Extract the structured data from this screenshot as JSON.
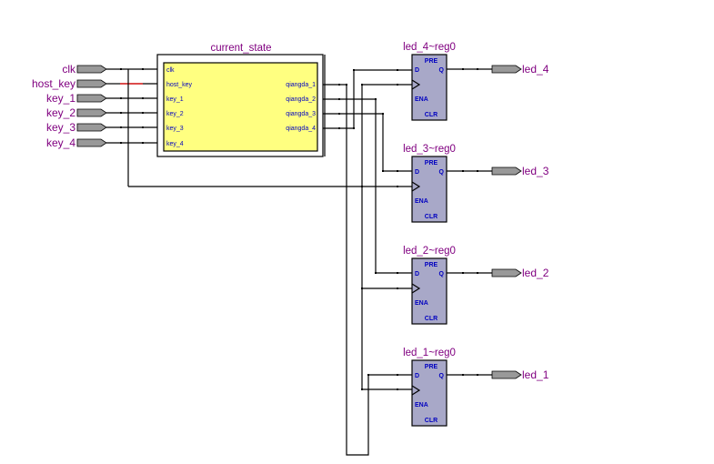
{
  "diagram": {
    "type": "rtl-schematic",
    "colors": {
      "pin_label": "#800080",
      "port_label": "#0000c0",
      "block_fill": "#ffff80",
      "register_fill": "#a8a8c8",
      "pin_fill": "#999999",
      "highlight_wire": "#d01010"
    },
    "inputs": [
      {
        "name": "clk"
      },
      {
        "name": "host_key"
      },
      {
        "name": "key_1"
      },
      {
        "name": "key_2"
      },
      {
        "name": "key_3"
      },
      {
        "name": "key_4"
      }
    ],
    "block": {
      "name": "current_state",
      "in_ports": [
        "clk",
        "host_key",
        "key_1",
        "key_2",
        "key_3",
        "key_4"
      ],
      "out_ports": [
        "qiangda_1",
        "qiangda_2",
        "qiangda_3",
        "qiangda_4"
      ]
    },
    "registers": [
      {
        "name": "led_4~reg0",
        "pre": "PRE",
        "d": "D",
        "q": "Q",
        "ena": "ENA",
        "clr": "CLR",
        "output": "led_4"
      },
      {
        "name": "led_3~reg0",
        "pre": "PRE",
        "d": "D",
        "q": "Q",
        "ena": "ENA",
        "clr": "CLR",
        "output": "led_3"
      },
      {
        "name": "led_2~reg0",
        "pre": "PRE",
        "d": "D",
        "q": "Q",
        "ena": "ENA",
        "clr": "CLR",
        "output": "led_2"
      },
      {
        "name": "led_1~reg0",
        "pre": "PRE",
        "d": "D",
        "q": "Q",
        "ena": "ENA",
        "clr": "CLR",
        "output": "led_1"
      }
    ],
    "connections": [
      {
        "from": "clk",
        "to": "current_state.clk"
      },
      {
        "from": "host_key",
        "to": "current_state.host_key"
      },
      {
        "from": "key_1",
        "to": "current_state.key_1"
      },
      {
        "from": "key_2",
        "to": "current_state.key_2"
      },
      {
        "from": "key_3",
        "to": "current_state.key_3"
      },
      {
        "from": "key_4",
        "to": "current_state.key_4"
      },
      {
        "from": "clk",
        "to": "led_4~reg0.clk"
      },
      {
        "from": "clk",
        "to": "led_3~reg0.clk"
      },
      {
        "from": "clk",
        "to": "led_2~reg0.clk"
      },
      {
        "from": "clk",
        "to": "led_1~reg0.clk"
      },
      {
        "from": "current_state.qiangda_1",
        "to": "led_1~reg0.D"
      },
      {
        "from": "current_state.qiangda_2",
        "to": "led_2~reg0.D"
      },
      {
        "from": "current_state.qiangda_3",
        "to": "led_3~reg0.D"
      },
      {
        "from": "current_state.qiangda_4",
        "to": "led_4~reg0.D"
      },
      {
        "from": "led_4~reg0.Q",
        "to": "led_4"
      },
      {
        "from": "led_3~reg0.Q",
        "to": "led_3"
      },
      {
        "from": "led_2~reg0.Q",
        "to": "led_2"
      },
      {
        "from": "led_1~reg0.Q",
        "to": "led_1"
      }
    ]
  }
}
